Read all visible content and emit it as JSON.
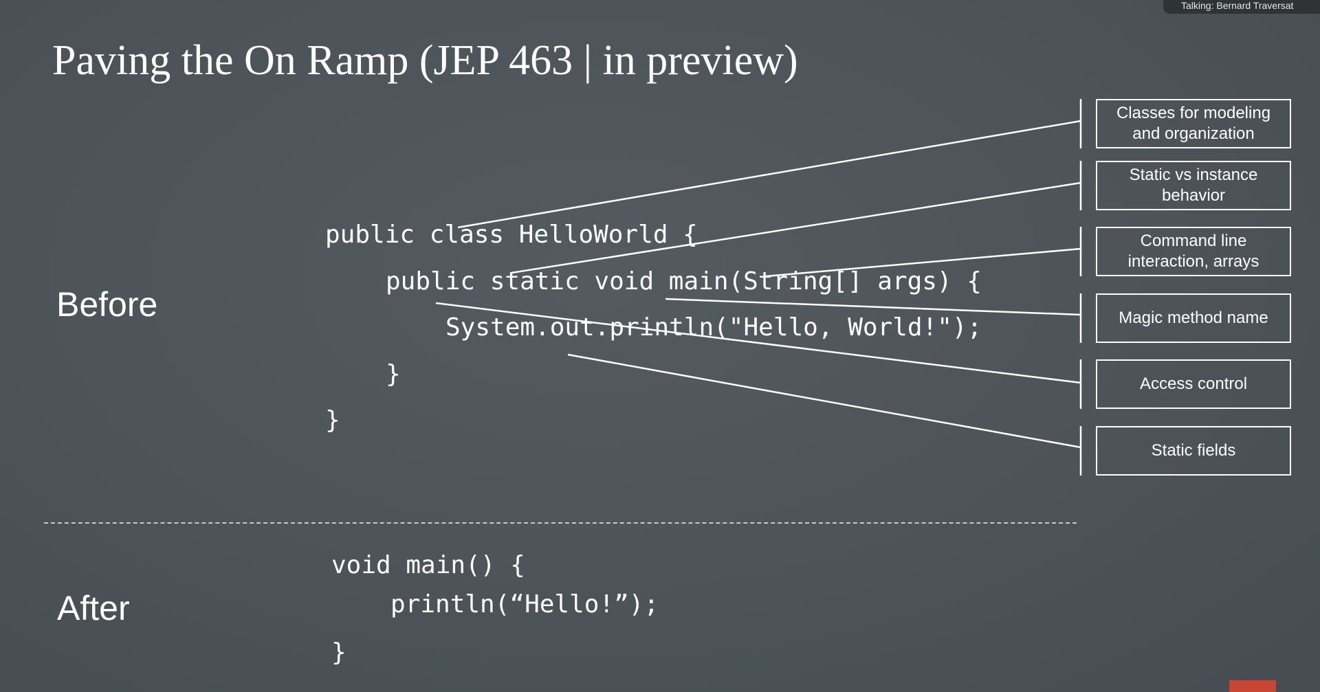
{
  "talking_indicator": "Talking: Bernard Traversat",
  "slide": {
    "title": "Paving the On Ramp (JEP 463 | in preview)",
    "before_label": "Before",
    "after_label": "After",
    "before_code": [
      "public class HelloWorld {",
      "public static void main(String[] args) {",
      "System.out.println(\"Hello, World!\");",
      "}",
      "}"
    ],
    "after_code": [
      "void main() {",
      "println(“Hello!”);",
      "}"
    ],
    "callouts": [
      "Classes for modeling and organization",
      "Static vs instance behavior",
      "Command line interaction, arrays",
      "Magic method name",
      "Access control",
      "Static fields"
    ]
  },
  "colors": {
    "background": "#4b5257",
    "text": "#ffffff",
    "accent_tab": "#c74634"
  }
}
